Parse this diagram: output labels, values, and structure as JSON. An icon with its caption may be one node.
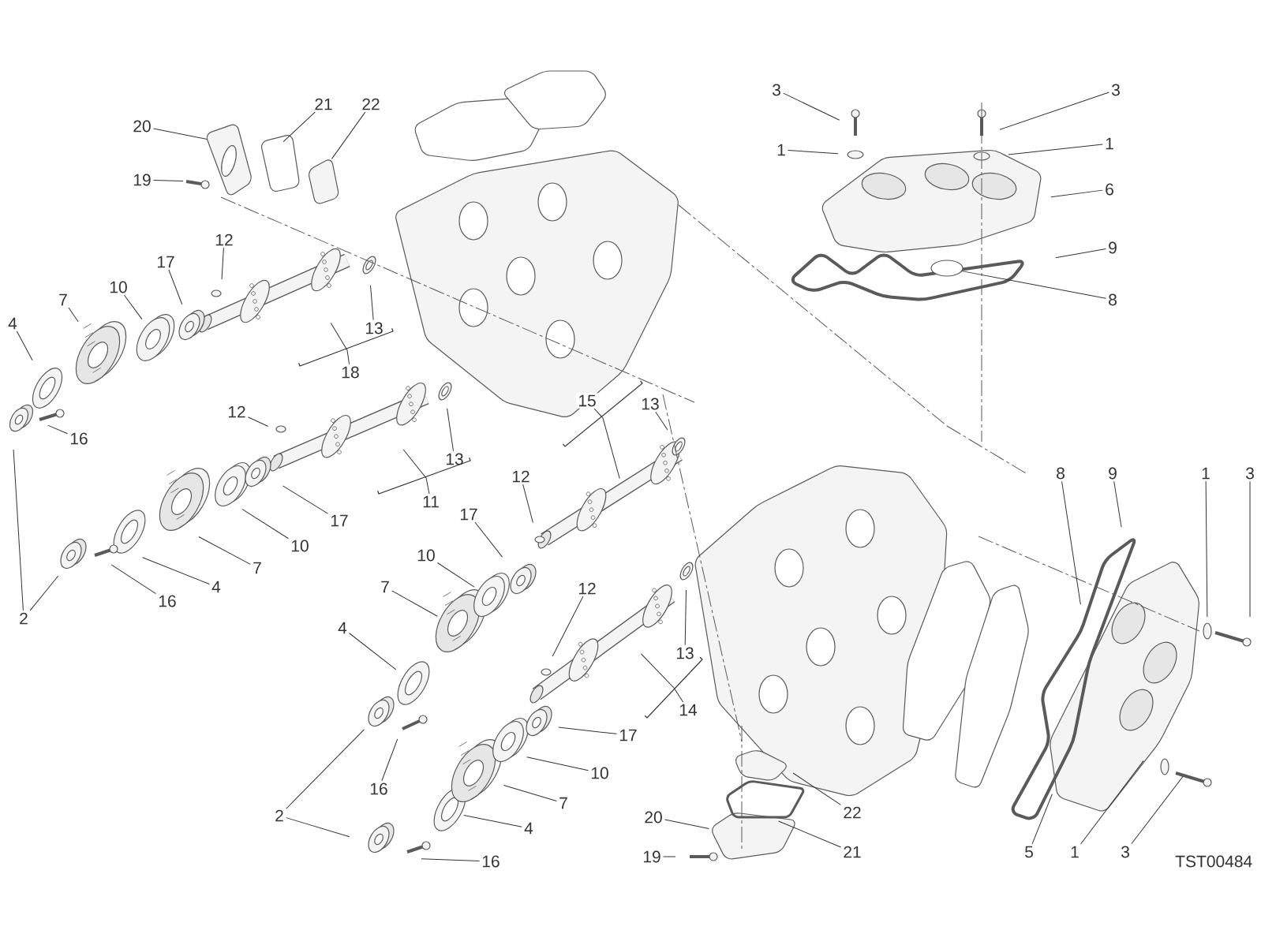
{
  "diagram": {
    "nodes": [
      {
        "text": [
          "20"
        ]
      },
      {
        "text": [
          "21"
        ]
      },
      {
        "text": [
          "22"
        ]
      },
      {
        "text": [
          "19"
        ]
      },
      {
        "text": [
          "12"
        ]
      },
      {
        "text": [
          "17"
        ]
      },
      {
        "text": [
          "10"
        ]
      },
      {
        "text": [
          "7"
        ]
      },
      {
        "text": [
          "4"
        ]
      },
      {
        "text": [
          "13"
        ]
      },
      {
        "text": [
          "18"
        ]
      },
      {
        "text": [
          "16"
        ]
      },
      {
        "text": [
          "2"
        ]
      },
      {
        "text": [
          "12"
        ]
      },
      {
        "text": [
          "13"
        ]
      },
      {
        "text": [
          "11"
        ]
      },
      {
        "text": [
          "17"
        ]
      },
      {
        "text": [
          "10"
        ]
      },
      {
        "text": [
          "7"
        ]
      },
      {
        "text": [
          "4"
        ]
      },
      {
        "text": [
          "16"
        ]
      },
      {
        "text": [
          "15"
        ]
      },
      {
        "text": [
          "13"
        ]
      },
      {
        "text": [
          "12"
        ]
      },
      {
        "text": [
          "17"
        ]
      },
      {
        "text": [
          "10"
        ]
      },
      {
        "text": [
          "7"
        ]
      },
      {
        "text": [
          "12"
        ]
      },
      {
        "text": [
          "4"
        ]
      },
      {
        "text": [
          "13"
        ]
      },
      {
        "text": [
          "14"
        ]
      },
      {
        "text": [
          "17"
        ]
      },
      {
        "text": [
          "10"
        ]
      },
      {
        "text": [
          "7"
        ]
      },
      {
        "text": [
          "16"
        ]
      },
      {
        "text": [
          "4"
        ]
      },
      {
        "text": [
          "2"
        ]
      },
      {
        "text": [
          "16"
        ]
      },
      {
        "text": [
          "20"
        ]
      },
      {
        "text": [
          "22"
        ]
      },
      {
        "text": [
          "21"
        ]
      },
      {
        "text": [
          "19"
        ]
      },
      {
        "text": [
          "3"
        ]
      },
      {
        "text": [
          "3"
        ]
      },
      {
        "text": [
          "1"
        ]
      },
      {
        "text": [
          "1"
        ]
      },
      {
        "text": [
          "6"
        ]
      },
      {
        "text": [
          "9"
        ]
      },
      {
        "text": [
          "8"
        ]
      },
      {
        "text": [
          "8"
        ]
      },
      {
        "text": [
          "9"
        ]
      },
      {
        "text": [
          "1"
        ]
      },
      {
        "text": [
          "3"
        ]
      },
      {
        "text": [
          "5"
        ]
      },
      {
        "text": [
          "1"
        ]
      },
      {
        "text": [
          "3"
        ]
      }
    ],
    "edges": [
      {
        "from": 0,
        "to": null,
        "arrow": "none"
      },
      {
        "from": 1,
        "to": null,
        "arrow": "none"
      },
      {
        "from": 2,
        "to": null,
        "arrow": "none"
      },
      {
        "from": 3,
        "to": null,
        "arrow": "none"
      },
      {
        "from": 4,
        "to": null,
        "arrow": "none"
      },
      {
        "from": 5,
        "to": null,
        "arrow": "none"
      },
      {
        "from": 6,
        "to": null,
        "arrow": "none"
      },
      {
        "from": 7,
        "to": null,
        "arrow": "none"
      },
      {
        "from": 8,
        "to": null,
        "arrow": "none"
      },
      {
        "from": 9,
        "to": null,
        "arrow": "none"
      },
      {
        "from": 10,
        "to": null,
        "arrow": "none"
      },
      {
        "from": 11,
        "to": null,
        "arrow": "none"
      },
      {
        "from": 12,
        "to": null,
        "arrow": "none"
      },
      {
        "from": 12,
        "to": null,
        "arrow": "none"
      },
      {
        "from": 13,
        "to": null,
        "arrow": "none"
      },
      {
        "from": 14,
        "to": null,
        "arrow": "none"
      },
      {
        "from": 15,
        "to": null,
        "arrow": "none"
      },
      {
        "from": 16,
        "to": null,
        "arrow": "none"
      },
      {
        "from": 17,
        "to": null,
        "arrow": "none"
      },
      {
        "from": 18,
        "to": null,
        "arrow": "none"
      },
      {
        "from": 19,
        "to": null,
        "arrow": "none"
      },
      {
        "from": 20,
        "to": null,
        "arrow": "none"
      },
      {
        "from": 21,
        "to": null,
        "arrow": "none"
      },
      {
        "from": 22,
        "to": null,
        "arrow": "none"
      },
      {
        "from": 23,
        "to": null,
        "arrow": "none"
      },
      {
        "from": 24,
        "to": null,
        "arrow": "none"
      },
      {
        "from": 25,
        "to": null,
        "arrow": "none"
      },
      {
        "from": 26,
        "to": null,
        "arrow": "none"
      },
      {
        "from": 27,
        "to": null,
        "arrow": "none"
      },
      {
        "from": 28,
        "to": null,
        "arrow": "none"
      },
      {
        "from": 29,
        "to": null,
        "arrow": "none"
      },
      {
        "from": 30,
        "to": null,
        "arrow": "none"
      },
      {
        "from": 31,
        "to": null,
        "arrow": "none"
      },
      {
        "from": 32,
        "to": null,
        "arrow": "none"
      },
      {
        "from": 33,
        "to": null,
        "arrow": "none"
      },
      {
        "from": 34,
        "to": null,
        "arrow": "none"
      },
      {
        "from": 35,
        "to": null,
        "arrow": "none"
      },
      {
        "from": 36,
        "to": null,
        "arrow": "none"
      },
      {
        "from": 36,
        "to": null,
        "arrow": "none"
      },
      {
        "from": 37,
        "to": null,
        "arrow": "none"
      },
      {
        "from": 38,
        "to": null,
        "arrow": "none"
      },
      {
        "from": 39,
        "to": null,
        "arrow": "none"
      },
      {
        "from": 40,
        "to": null,
        "arrow": "none"
      },
      {
        "from": 41,
        "to": null,
        "arrow": "none"
      },
      {
        "from": 42,
        "to": null,
        "arrow": "none"
      },
      {
        "from": 43,
        "to": null,
        "arrow": "none"
      },
      {
        "from": 44,
        "to": null,
        "arrow": "none"
      },
      {
        "from": 45,
        "to": null,
        "arrow": "none"
      },
      {
        "from": 46,
        "to": null,
        "arrow": "none"
      },
      {
        "from": 47,
        "to": null,
        "arrow": "none"
      },
      {
        "from": 48,
        "to": null,
        "arrow": "none"
      },
      {
        "from": 49,
        "to": null,
        "arrow": "none"
      },
      {
        "from": 50,
        "to": null,
        "arrow": "none"
      },
      {
        "from": 51,
        "to": null,
        "arrow": "none"
      },
      {
        "from": 52,
        "to": null,
        "arrow": "none"
      },
      {
        "from": 53,
        "to": null,
        "arrow": "none"
      },
      {
        "from": 54,
        "to": null,
        "arrow": "none"
      },
      {
        "from": 55,
        "to": null,
        "arrow": "none"
      }
    ],
    "labels": [
      "TST00484"
    ]
  }
}
